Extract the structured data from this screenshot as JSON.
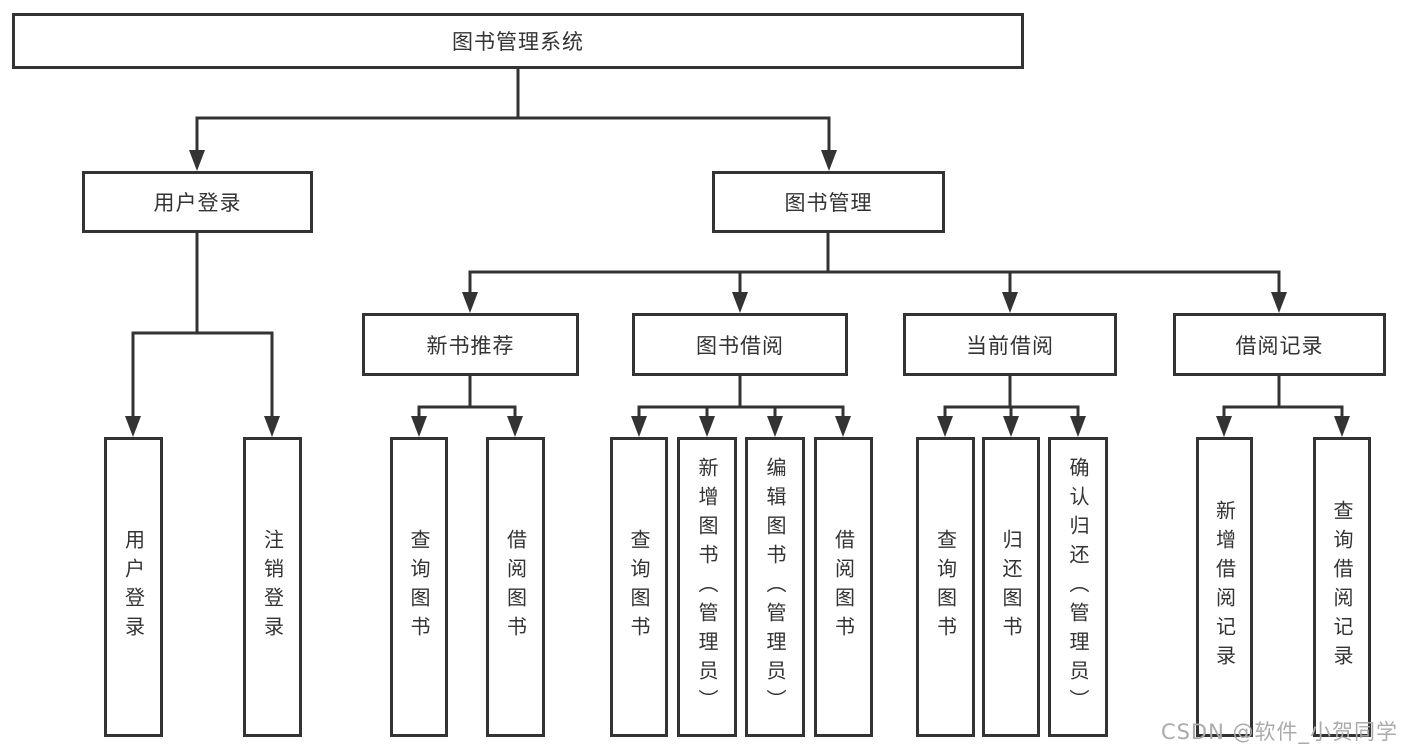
{
  "tree": {
    "root": "图书管理系统",
    "level2": [
      "用户登录",
      "图书管理"
    ],
    "level3": [
      "新书推荐",
      "图书借阅",
      "当前借阅",
      "借阅记录"
    ],
    "leaves": {
      "g1": [
        "用户登录",
        "注销登录"
      ],
      "g2": [
        "查询图书",
        "借阅图书"
      ],
      "g3": [
        "查询图书",
        "新增图书（管理员）",
        "编辑图书（管理员）",
        "借阅图书"
      ],
      "g4": [
        "查询图书",
        "归还图书",
        "确认归还（管理员）"
      ],
      "g5": [
        "新增借阅记录",
        "查询借阅记录"
      ]
    }
  },
  "watermark": "CSDN @软件_小贺同学",
  "colors": {
    "line": "#333333",
    "text": "#333333",
    "watermark": "#ababab",
    "background": "#ffffff"
  }
}
